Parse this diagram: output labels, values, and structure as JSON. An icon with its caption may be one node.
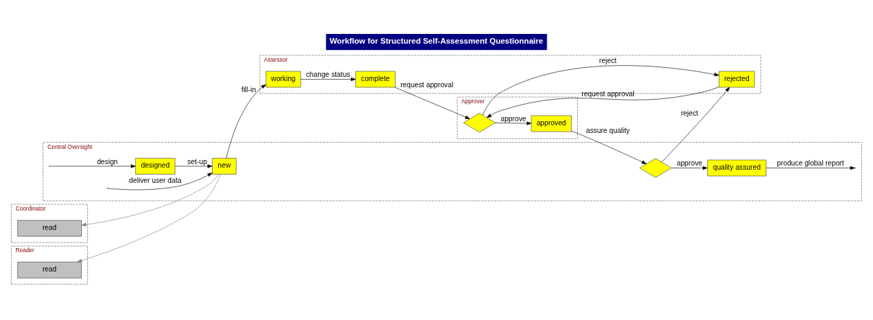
{
  "diagram": {
    "title": "Workflow for Structured Self-Assessment Questionnaire",
    "nodes": [
      {
        "text": [
          "Coordinator"
        ]
      },
      {
        "text": [
          "read"
        ],
        "in": 0
      },
      {
        "text": [
          "Central Oversight"
        ]
      },
      {
        "text": [
          "designed"
        ],
        "in": 2
      },
      {
        "text": [
          "new"
        ],
        "in": 2
      },
      {
        "text": [],
        "shape": "diamond",
        "in": 2
      },
      {
        "text": [
          "quality assured"
        ],
        "in": 2
      },
      {
        "text": [
          "Assessor"
        ]
      },
      {
        "text": [
          "working"
        ],
        "in": 7
      },
      {
        "text": [
          "complete"
        ],
        "in": 7
      },
      {
        "text": [
          "rejected"
        ],
        "in": 7
      },
      {
        "text": [
          "Approver"
        ]
      },
      {
        "text": [],
        "shape": "diamond",
        "in": 11
      },
      {
        "text": [
          "approved"
        ],
        "in": 11
      },
      {
        "text": [
          "Reader"
        ]
      },
      {
        "text": [
          "read"
        ],
        "in": 14
      }
    ],
    "edges": [
      {
        "from": null,
        "to": 3,
        "arrow": "to",
        "label": "design"
      },
      {
        "from": null,
        "to": 4,
        "arrow": "to",
        "label": "deliver user data"
      },
      {
        "from": 3,
        "to": 4,
        "arrow": "to",
        "label": "set-up"
      },
      {
        "from": 4,
        "to": 1,
        "arrow": "to",
        "color": "#808080"
      },
      {
        "from": 4,
        "to": 15,
        "arrow": "to",
        "color": "#808080"
      },
      {
        "from": 4,
        "to": 8,
        "arrow": "to",
        "label": "fill-in"
      },
      {
        "from": 8,
        "to": 9,
        "arrow": "to",
        "label": "change status"
      },
      {
        "from": 9,
        "to": 12,
        "arrow": "to",
        "label": "request approval"
      },
      {
        "from": 10,
        "to": 12,
        "arrow": "to",
        "label": "request approval"
      },
      {
        "from": 12,
        "to": 10,
        "arrow": "to",
        "label": "reject"
      },
      {
        "from": 12,
        "to": 13,
        "arrow": "to",
        "label": "approve"
      },
      {
        "from": 13,
        "to": 5,
        "arrow": "to",
        "label": "assure quality"
      },
      {
        "from": 5,
        "to": 10,
        "arrow": "to",
        "label": "reject"
      },
      {
        "from": 5,
        "to": 6,
        "arrow": "to",
        "label": "approve"
      },
      {
        "from": 6,
        "to": null,
        "arrow": "to",
        "label": "produce global report"
      }
    ]
  }
}
